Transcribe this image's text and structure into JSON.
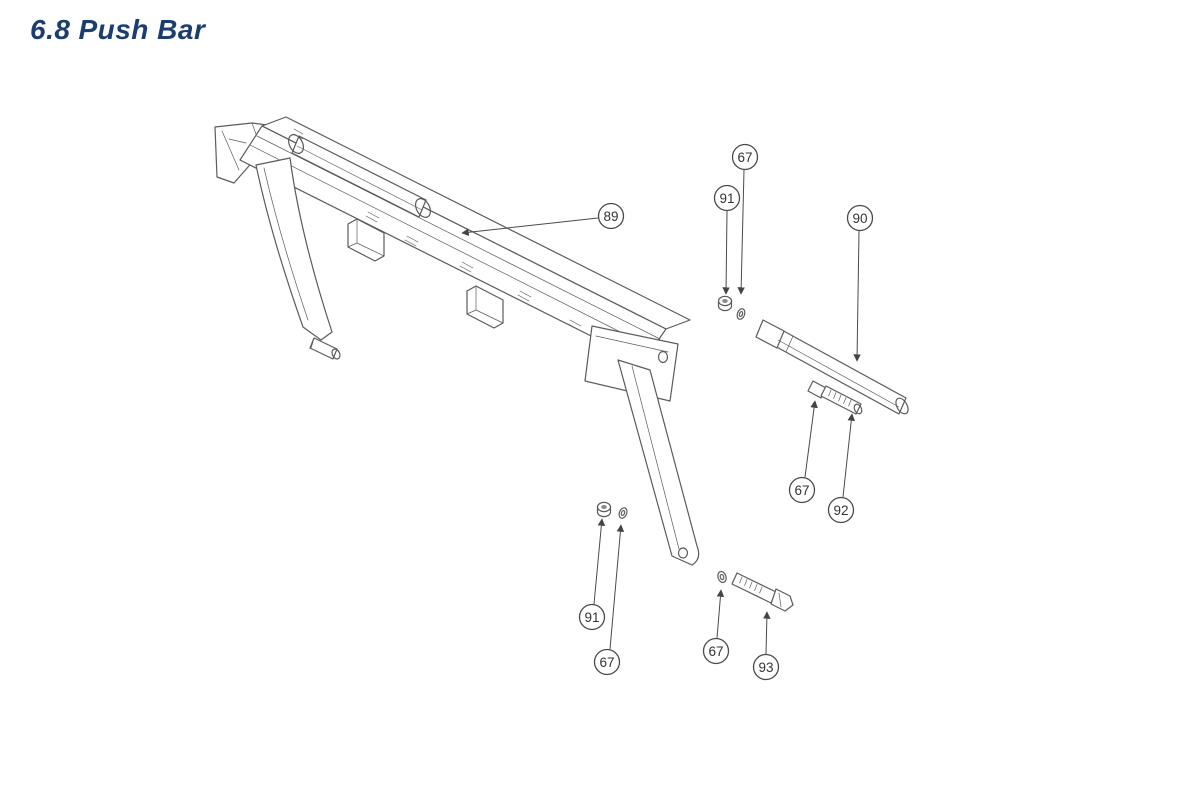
{
  "header": {
    "section": "6.8",
    "name": "Push Bar"
  },
  "diagram": {
    "subject": "push-bar-exploded-view"
  },
  "callouts": [
    {
      "label": "89"
    },
    {
      "label": "67"
    },
    {
      "label": "91"
    },
    {
      "label": "90"
    },
    {
      "label": "67"
    },
    {
      "label": "92"
    },
    {
      "label": "91"
    },
    {
      "label": "67"
    },
    {
      "label": "67"
    },
    {
      "label": "93"
    }
  ],
  "colors": {
    "title": "#1b3e6f",
    "line": "#5a5b5e",
    "callout_stroke": "#4a4a4a",
    "callout_text": "#333333",
    "background": "#ffffff"
  }
}
